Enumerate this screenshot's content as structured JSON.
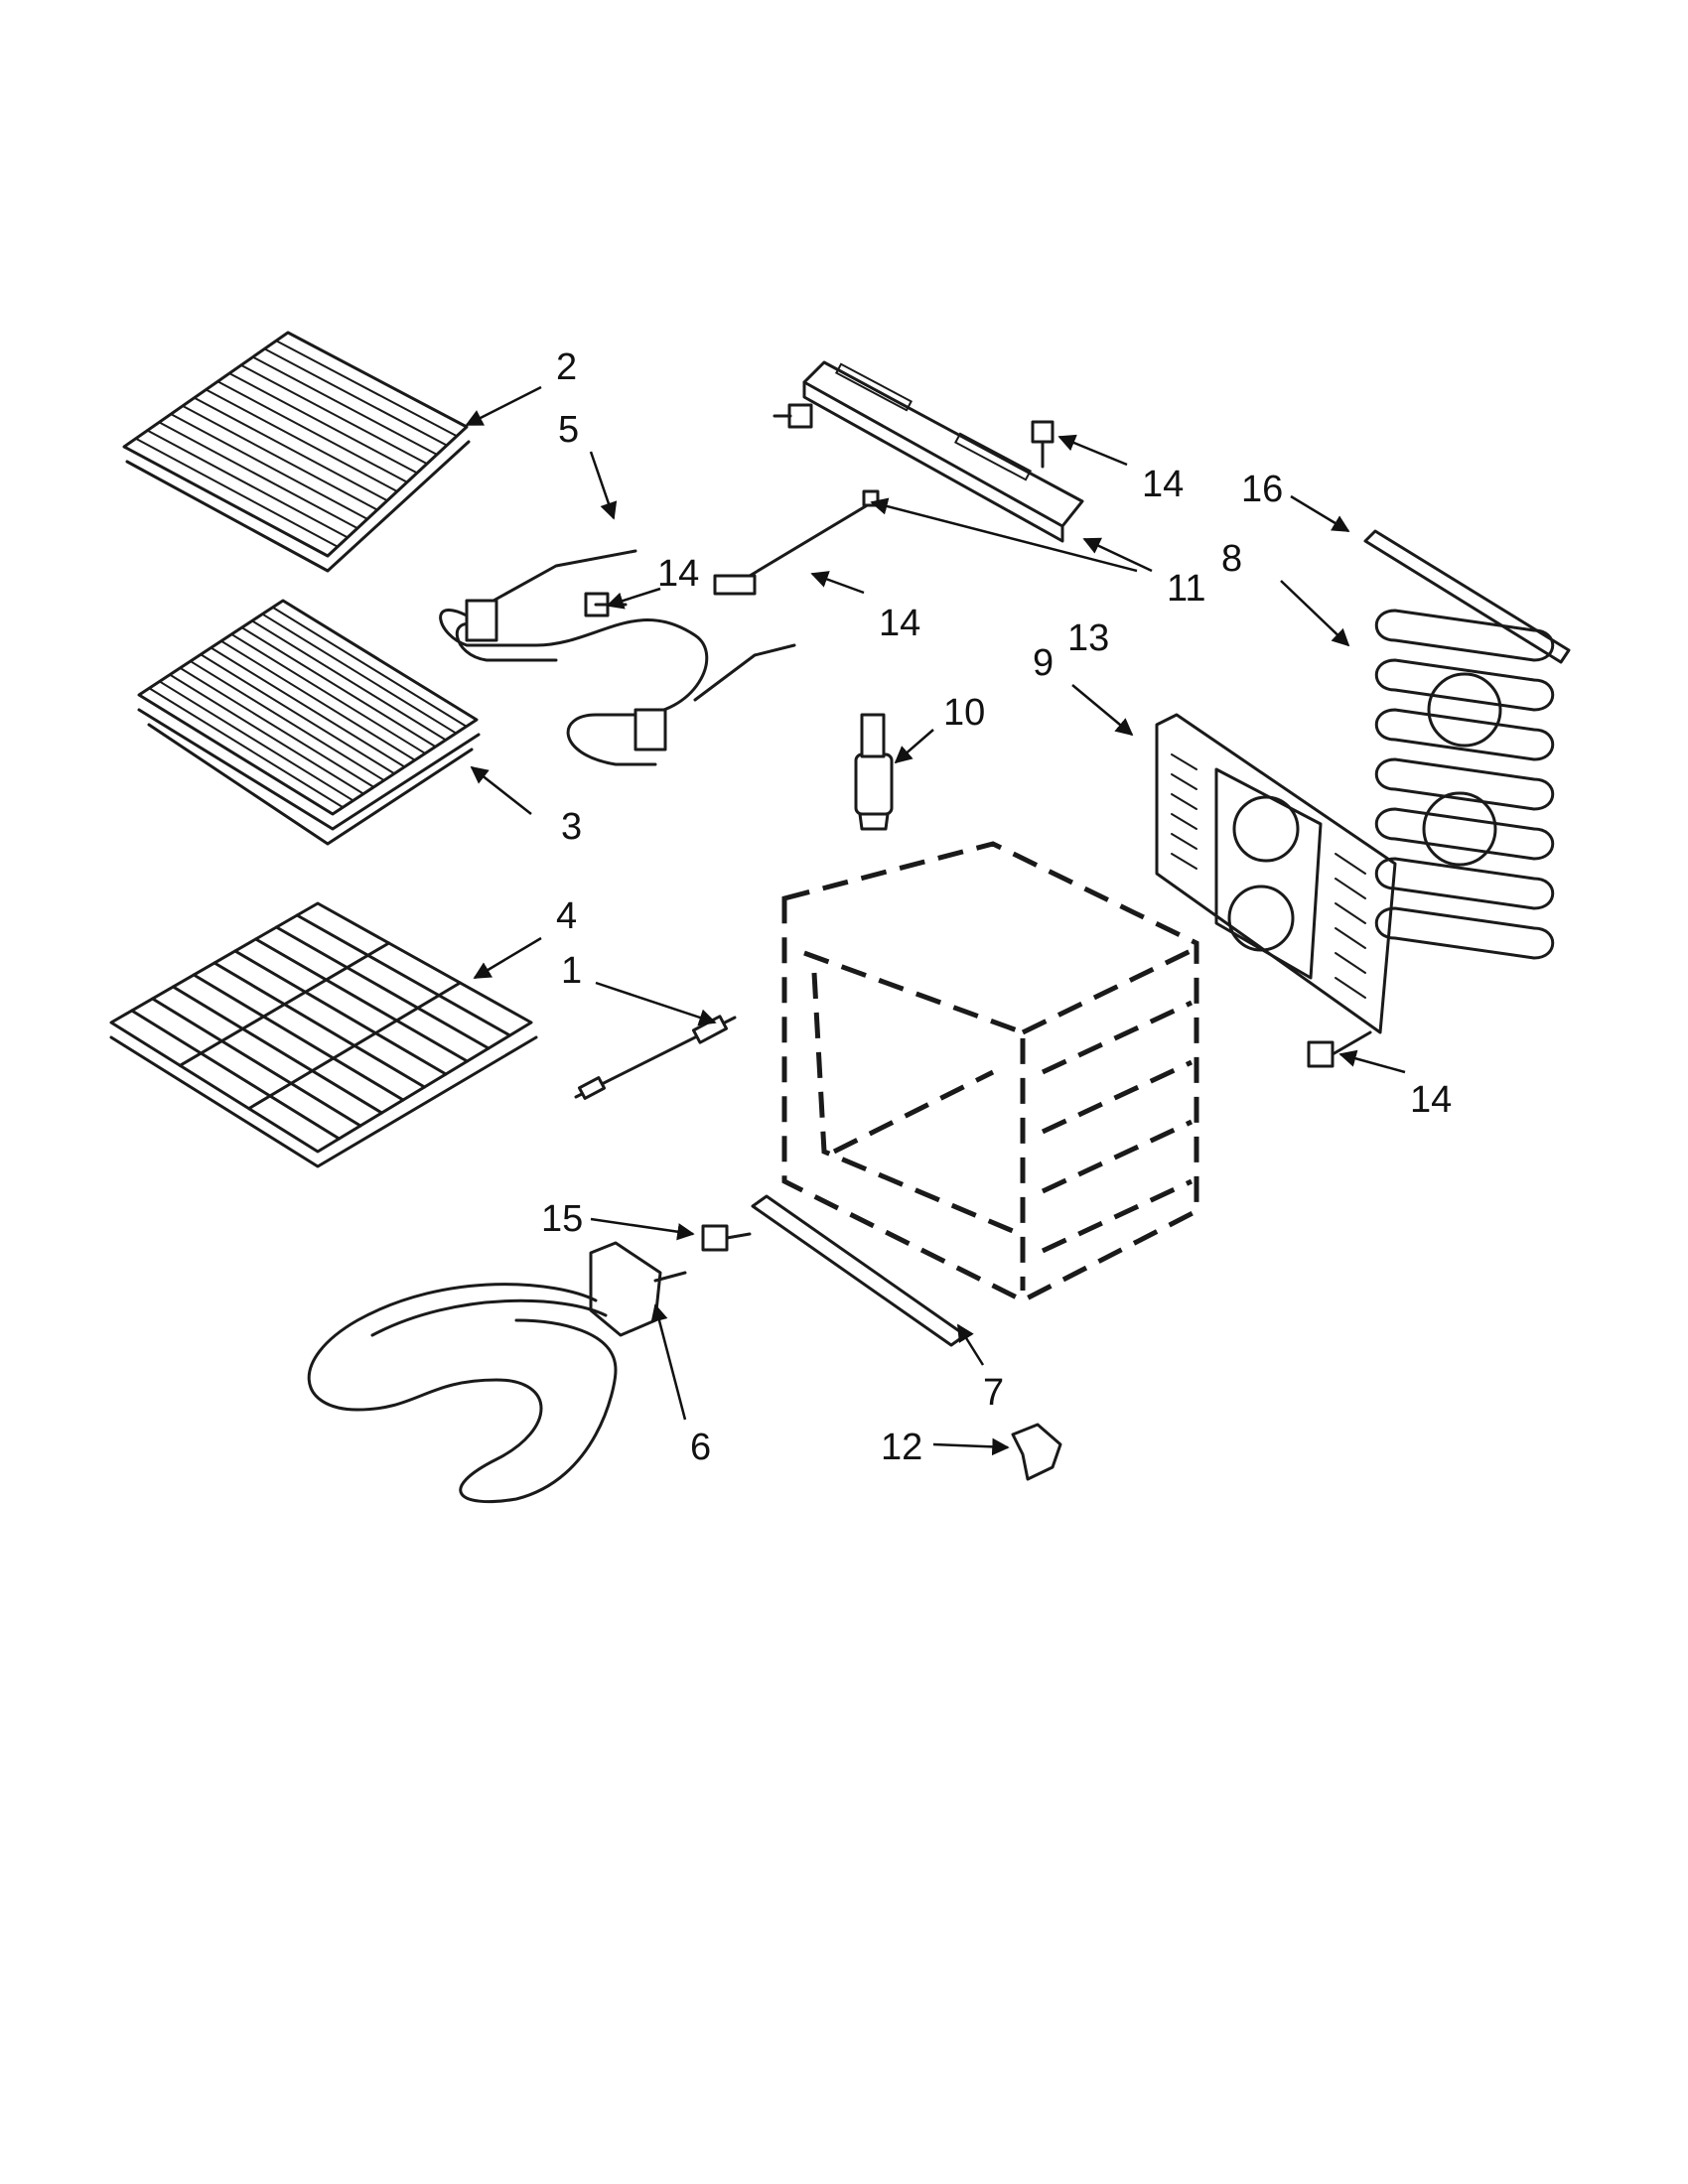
{
  "callouts": [
    {
      "id": "c2",
      "text": "2"
    },
    {
      "id": "c5",
      "text": "5"
    },
    {
      "id": "c14a",
      "text": "14"
    },
    {
      "id": "c14b",
      "text": "14"
    },
    {
      "id": "c14c",
      "text": "14"
    },
    {
      "id": "c14d",
      "text": "14"
    },
    {
      "id": "c13",
      "text": "13"
    },
    {
      "id": "c11",
      "text": "11"
    },
    {
      "id": "c16",
      "text": "16"
    },
    {
      "id": "c8",
      "text": "8"
    },
    {
      "id": "c9",
      "text": "9"
    },
    {
      "id": "c10",
      "text": "10"
    },
    {
      "id": "c3",
      "text": "3"
    },
    {
      "id": "c4",
      "text": "4"
    },
    {
      "id": "c1",
      "text": "1"
    },
    {
      "id": "c15",
      "text": "15"
    },
    {
      "id": "c7",
      "text": "7"
    },
    {
      "id": "c6",
      "text": "6"
    },
    {
      "id": "c12",
      "text": "12"
    }
  ]
}
